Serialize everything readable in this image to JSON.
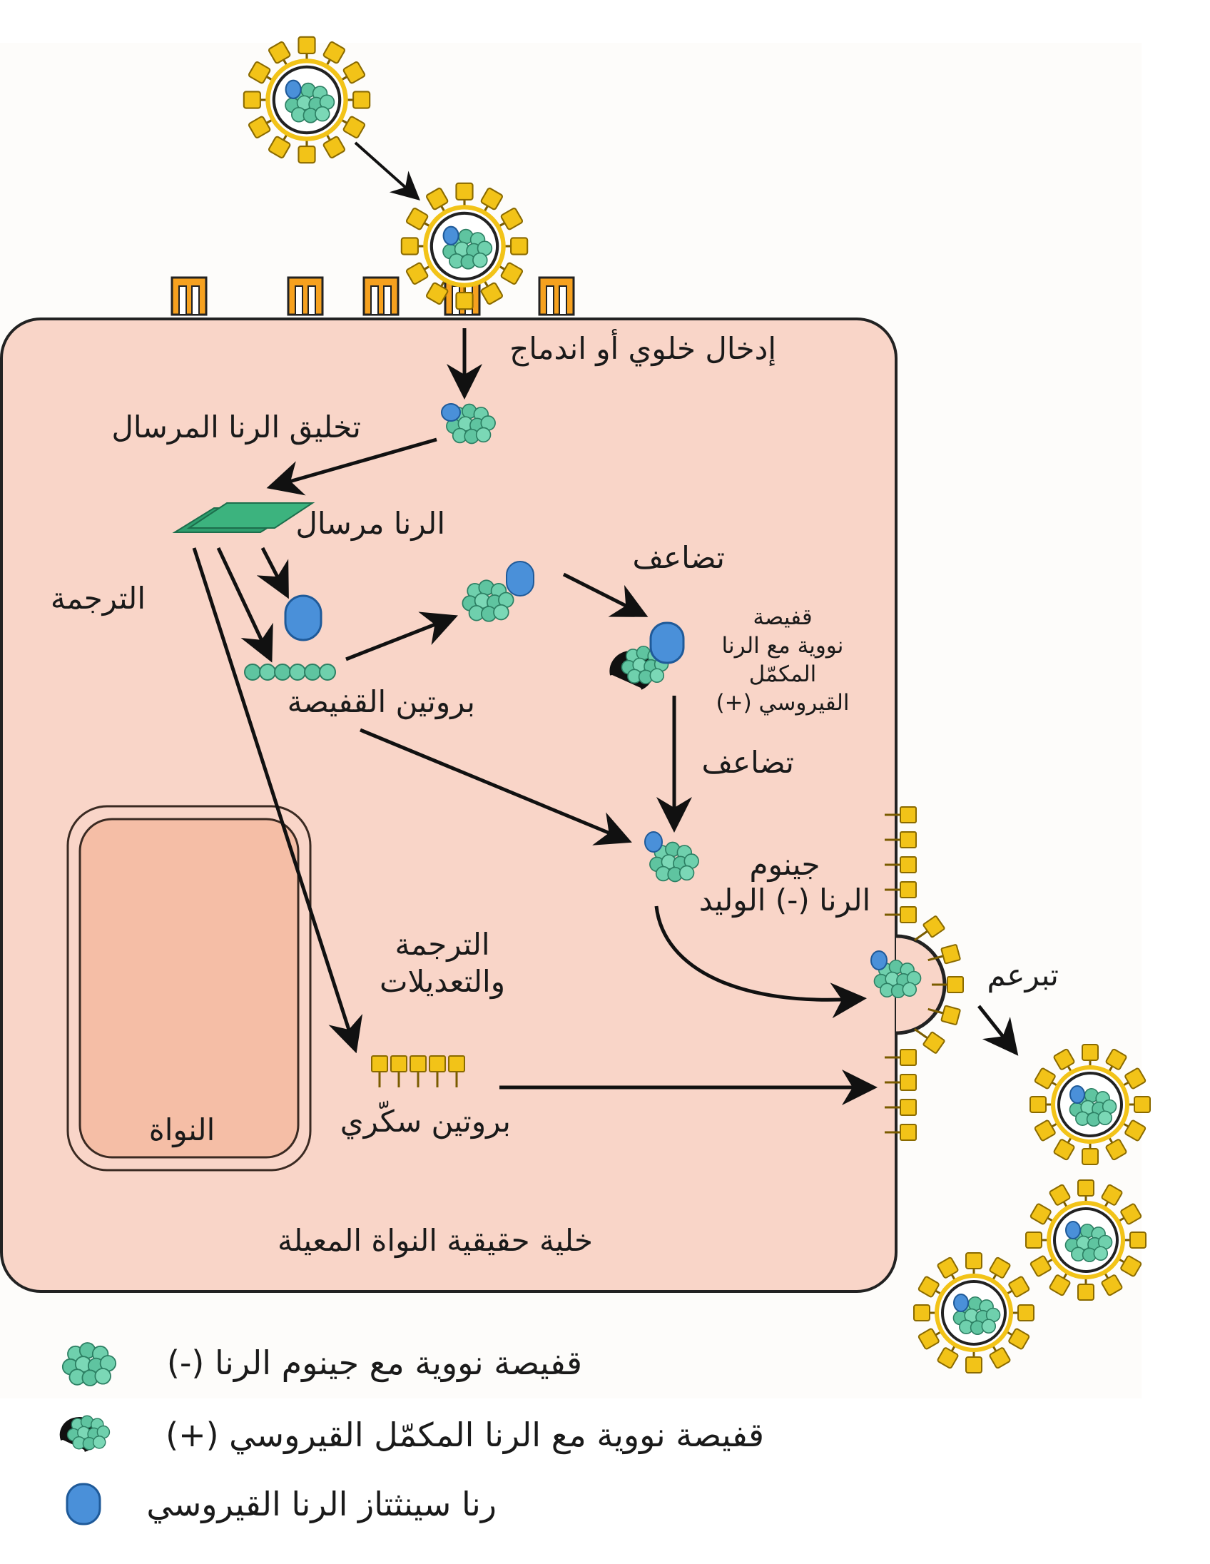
{
  "labels": {
    "entry": "إدخال خلوي أو اندماج",
    "mrna_synthesis": "تخليق الرنا المرسال",
    "mrna": "الرنا مرسال",
    "translation": "الترجمة",
    "capsid_protein": "بروتين القفيصة",
    "replication_1": "تضاعف",
    "nucleocapsid_plus_line1": "قفيصة",
    "nucleocapsid_plus_line2": "نووية مع الرنا",
    "nucleocapsid_plus_line3": "المكمّل",
    "nucleocapsid_plus_line4": "القيروسي (+)",
    "replication_2": "تضاعف",
    "progeny_line1": "جينوم",
    "progeny_line2": "الرنا (-) الوليد",
    "translation_mod_line1": "الترجمة",
    "translation_mod_line2": "والتعديلات",
    "glycoprotein": "بروتين سكّري",
    "nucleus": "النواة",
    "host_cell": "خلية حقيقية النواة المعيلة",
    "budding": "تبرعم"
  },
  "legend": [
    {
      "icon": "nucleocapsid-minus-icon",
      "text": "قفيصة نووية مع جينوم الرنا (-)"
    },
    {
      "icon": "nucleocapsid-plus-icon",
      "text": "قفيصة نووية مع الرنا المكمّل القيروسي (+)"
    },
    {
      "icon": "rna-synthetase-icon",
      "text": "رنا سينثتاز الرنا القيروسي"
    }
  ],
  "colors": {
    "cell_fill": "#f9d5c8",
    "nucleus_fill": "#f5bea6",
    "capsid_teal": "#5fc4a0",
    "synthetase_blue": "#4a90d9",
    "spike_yellow": "#f2c318",
    "mrna_green": "#2e9e6e"
  }
}
